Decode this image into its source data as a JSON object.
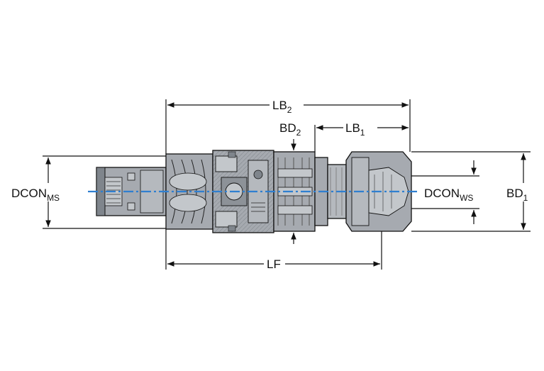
{
  "labels": {
    "lb2": {
      "main": "LB",
      "sub": "2"
    },
    "bd2": {
      "main": "BD",
      "sub": "2"
    },
    "lb1": {
      "main": "LB",
      "sub": "1"
    },
    "bd1": {
      "main": "BD",
      "sub": "1"
    },
    "dcon_ms": {
      "main": "DCON",
      "sub": "MS"
    },
    "dcon_ws": {
      "main": "DCON",
      "sub": "WS"
    },
    "lf": "LF"
  },
  "colors": {
    "body_fill": "#a6aab0",
    "body_dark": "#7f858c",
    "body_light": "#c3c7cb",
    "centerline": "#2f7fd0",
    "line": "#111111"
  }
}
